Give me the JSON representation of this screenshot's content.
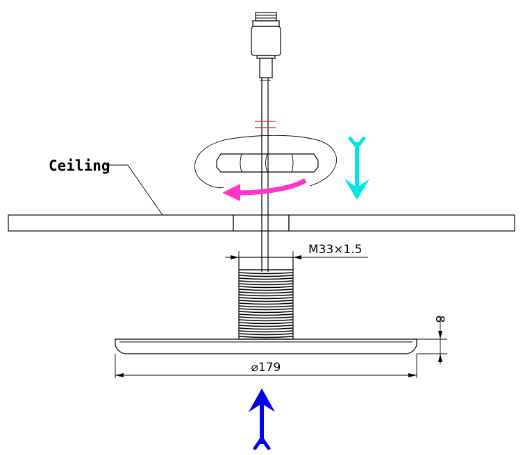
{
  "labels": {
    "ceiling": "Ceiling",
    "thread_spec": "M33×1.5",
    "plate_thickness": "8",
    "plate_diameter": "⌀179"
  },
  "colors": {
    "line": "#000000",
    "rotation_arrow": "#ff33cc",
    "lower_arrow": "#00e6e6",
    "raise_arrow": "#0000ee",
    "cut_mark": "#dd2222"
  },
  "icons": {
    "rotation": "rotate-arrow-icon",
    "lower": "down-arrow-icon",
    "raise": "up-arrow-icon"
  }
}
